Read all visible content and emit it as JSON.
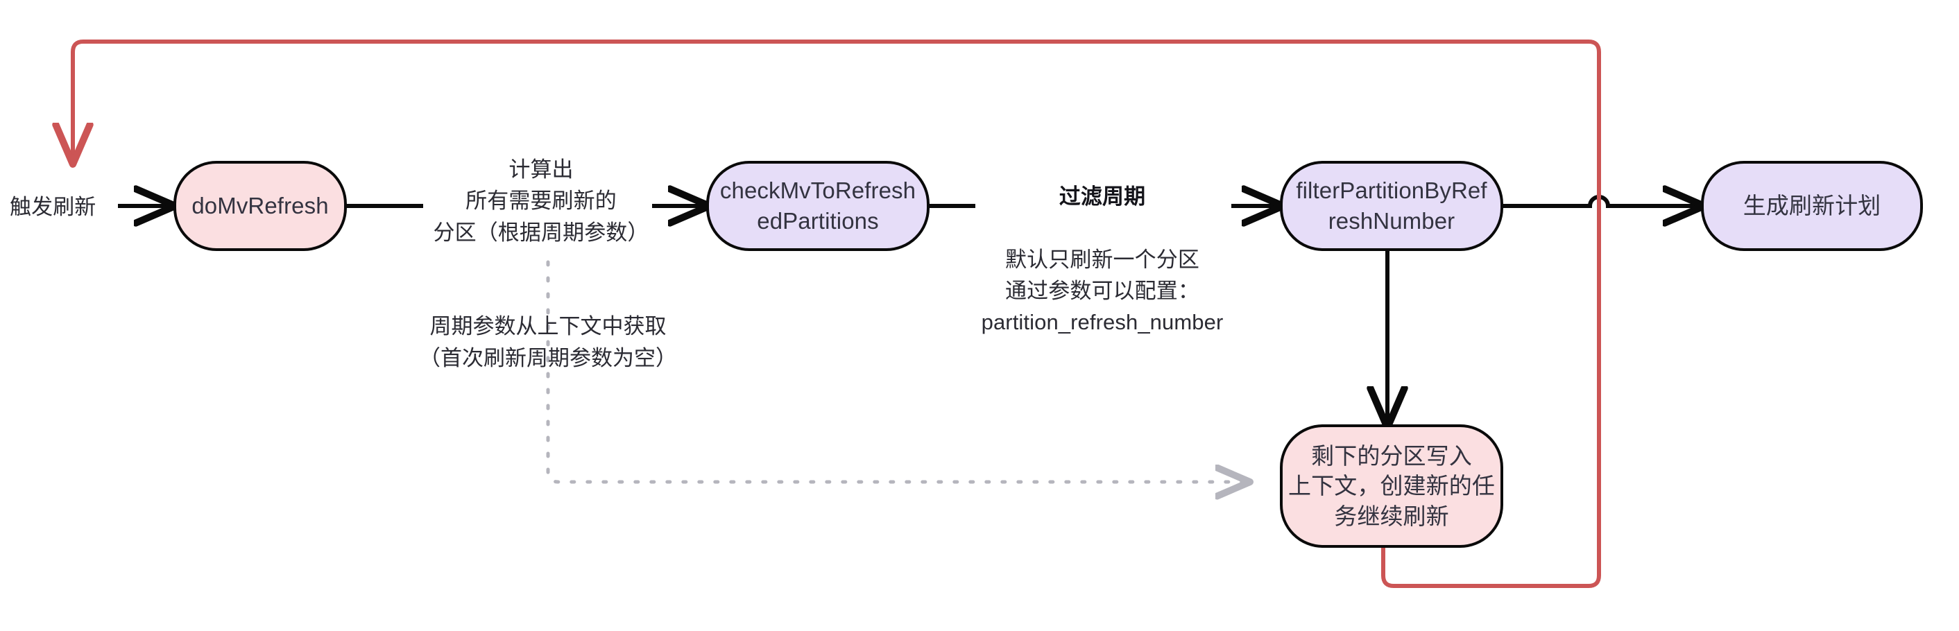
{
  "diagram": {
    "title": "MV Refresh Partition Flow",
    "background": "#ffffff",
    "colors": {
      "purple_fill": "#e6ddf8",
      "pink_fill": "#fbdfe1",
      "node_stroke": "#0a0a0a",
      "edge_black": "#0a0a0a",
      "loop_red": "#cc5555",
      "dotted_gray": "#b5b5bd",
      "text": "#2b2b33"
    },
    "nodes": [
      {
        "id": "doMvRefresh",
        "label": "doMvRefresh",
        "fill": "pink"
      },
      {
        "id": "checkMvToRefreshedPartitions",
        "label": "checkMvToRefresh\nedPartitions",
        "fill": "purple"
      },
      {
        "id": "filterPartitionByRefreshNumber",
        "label": "filterPartitionByRef\nreshNumber",
        "fill": "purple"
      },
      {
        "id": "generateRefreshPlan",
        "label": "生成刷新计划",
        "fill": "purple"
      },
      {
        "id": "remainingPartitions",
        "label": "剩下的分区写入\n上下文，创建新的任\n务继续刷新",
        "fill": "pink"
      }
    ],
    "labels": {
      "trigger": "触发刷新",
      "edge1": "计算出\n所有需要刷新的\n分区（根据周期参数）",
      "edge2_bold": "过滤周期",
      "edge2_rest": "默认只刷新一个分区\n通过参数可以配置：\npartition_refresh_number",
      "dotted_note": "周期参数从上下文中获取\n（首次刷新周期参数为空）"
    },
    "edges": [
      {
        "from": "trigger",
        "to": "doMvRefresh",
        "style": "solid-black",
        "label": "触发刷新"
      },
      {
        "from": "doMvRefresh",
        "to": "checkMvToRefreshedPartitions",
        "style": "solid-black",
        "label": "计算出\n所有需要刷新的\n分区（根据周期参数）"
      },
      {
        "from": "checkMvToRefreshedPartitions",
        "to": "filterPartitionByRefreshNumber",
        "style": "solid-black",
        "label": "过滤周期\n默认只刷新一个分区\n通过参数可以配置：\npartition_refresh_number"
      },
      {
        "from": "filterPartitionByRefreshNumber",
        "to": "generateRefreshPlan",
        "style": "solid-black",
        "label": ""
      },
      {
        "from": "filterPartitionByRefreshNumber",
        "to": "remainingPartitions",
        "style": "solid-black-down",
        "label": ""
      },
      {
        "from": "remainingPartitions",
        "to": "doMvRefresh",
        "style": "loop-red",
        "label": ""
      },
      {
        "from": "doMvRefresh-context",
        "to": "remainingPartitions",
        "style": "dotted-gray",
        "label": "周期参数从上下文中获取\n（首次刷新周期参数为空）"
      }
    ]
  }
}
